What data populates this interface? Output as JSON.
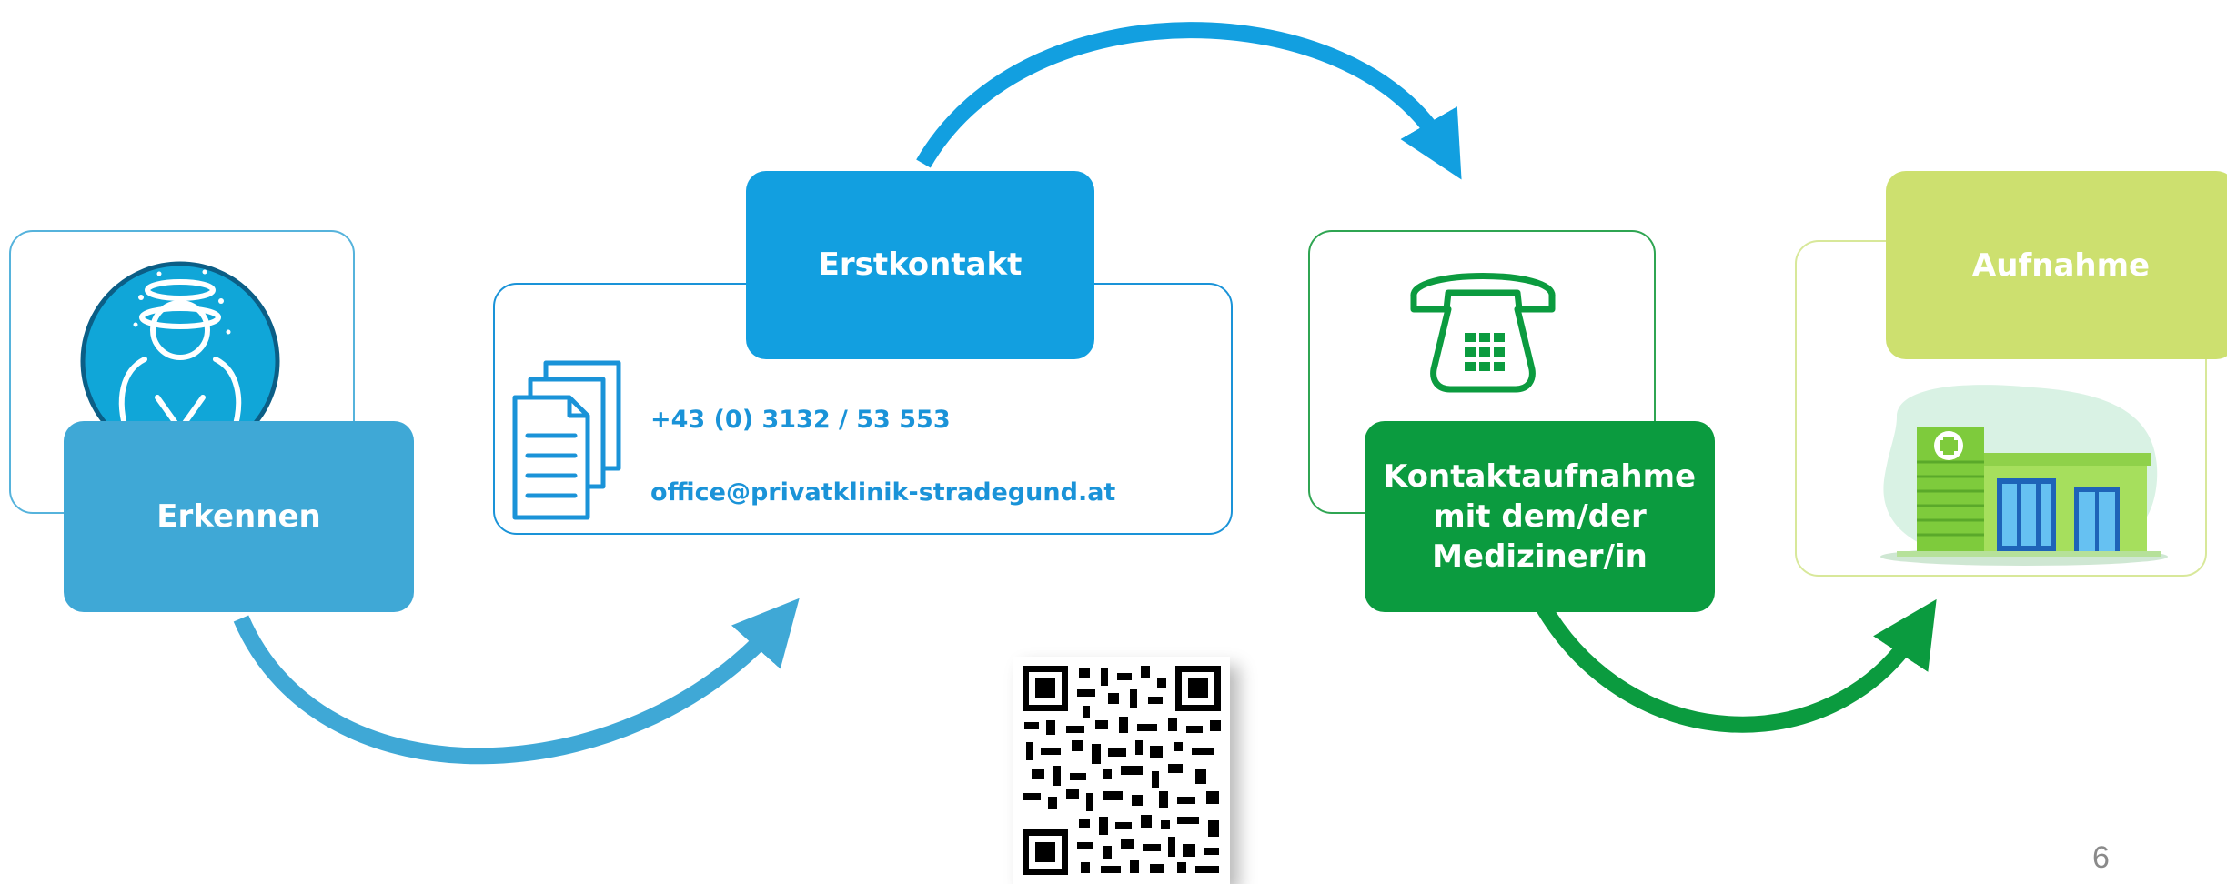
{
  "steps": {
    "erkennen": {
      "label": "Erkennen"
    },
    "erstkontakt": {
      "label": "Erstkontakt",
      "phone": "+43 (0) 3132 / 53 553",
      "email": "office@privatklinik-stradegund.at"
    },
    "kontaktaufnahme": {
      "label": "Kontaktaufnahme mit dem/der Mediziner/in"
    },
    "aufnahme": {
      "label": "Aufnahme"
    }
  },
  "page_number": "6",
  "icons": {
    "person": "confused-person-icon",
    "documents": "documents-icon",
    "phone": "telephone-icon",
    "clinic": "clinic-building-icon",
    "qr": "qr-code-icon"
  },
  "colors": {
    "erkennen": "#3fa8d6",
    "erstkontakt": "#129fe0",
    "kontaktaufnahme": "#0b9b3f",
    "aufnahme": "#cde06f",
    "text_blue": "#1a93d8"
  }
}
